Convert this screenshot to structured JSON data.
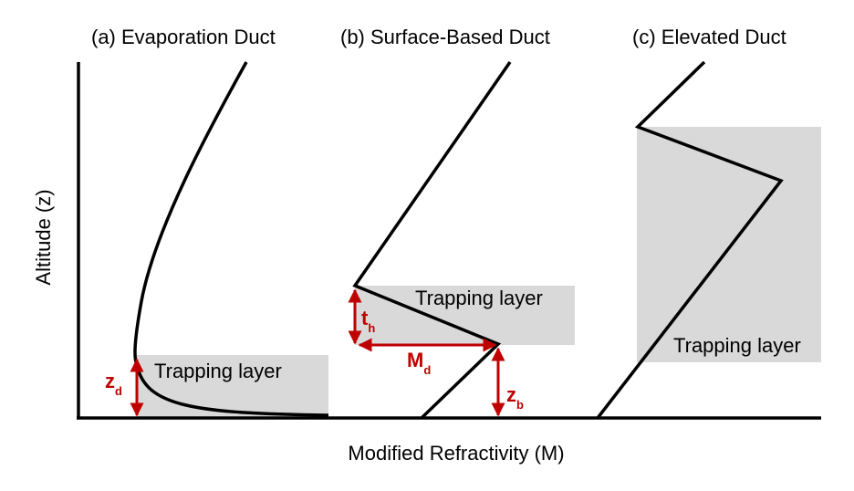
{
  "colors": {
    "curve": "#000000",
    "trapping_fill": "#d9d9d9",
    "annotation": "#c00000",
    "axis": "#000000"
  },
  "titles": {
    "a": "(a)  Evaporation Duct",
    "b": "(b)  Surface-Based Duct",
    "c": "(c)  Elevated Duct"
  },
  "axes": {
    "x_label": "Modified Refractivity (M)",
    "y_label": "Altitude (z)"
  },
  "trapping_label": "Trapping layer",
  "annotations": {
    "zd": {
      "main": "z",
      "sub": "d"
    },
    "th": {
      "main": "t",
      "sub": "h"
    },
    "Md": {
      "main": "M",
      "sub": "d"
    },
    "zb": {
      "main": "z",
      "sub": "b"
    }
  }
}
